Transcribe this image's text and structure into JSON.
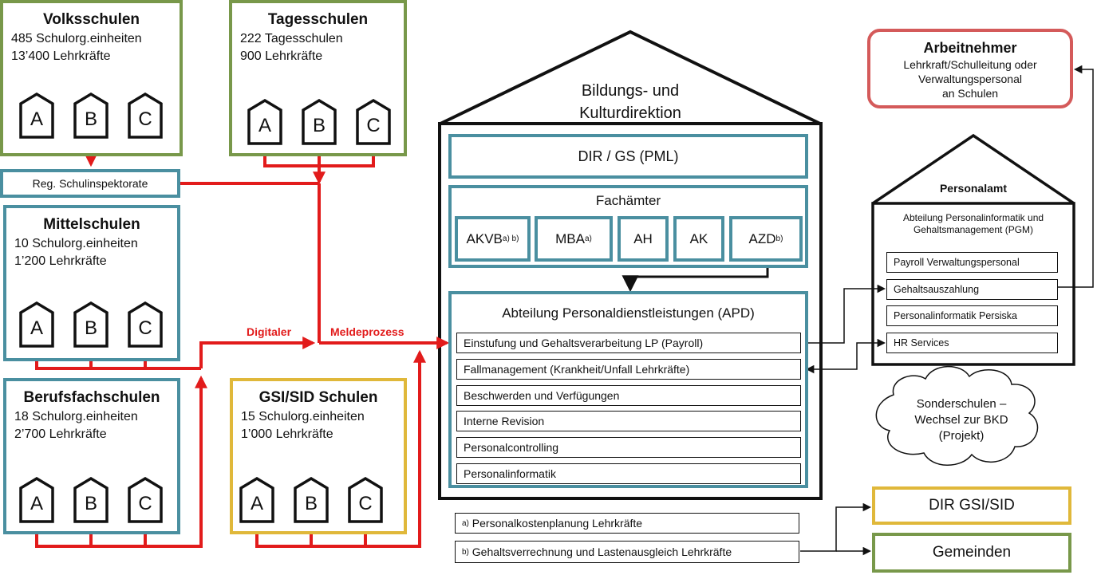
{
  "schools": {
    "volksschulen": {
      "title": "Volksschulen",
      "line1": "485 Schulorg.einheiten",
      "line2": "13’400 Lehrkräfte"
    },
    "tagesschulen": {
      "title": "Tagesschulen",
      "line1": "222 Tagesschulen",
      "line2": "900 Lehrkräfte"
    },
    "mittelschulen": {
      "title": "Mittelschulen",
      "line1": "10 Schulorg.einheiten",
      "line2": "1’200 Lehrkräfte"
    },
    "berufsfachschulen": {
      "title": "Berufsfachschulen",
      "line1": "18 Schulorg.einheiten",
      "line2": "2’700 Lehrkräfte"
    },
    "gsi_sid": {
      "title": "GSI/SID Schulen",
      "line1": "15 Schulorg.einheiten",
      "line2": "1’000 Lehrkräfte"
    }
  },
  "house_labels": [
    "A",
    "B",
    "C"
  ],
  "reg_inspektorate": "Reg. Schulinspektorate",
  "flow_labels": {
    "digital": "Digitaler",
    "melde": "Meldeprozess"
  },
  "bkd": {
    "title_line1": "Bildungs- und",
    "title_line2": "Kulturdirektion",
    "dir_gs": "DIR / GS (PML)",
    "fachaemter_title": "Fachämter",
    "fachaemter": [
      {
        "label": "AKVB",
        "sup": "a) b)"
      },
      {
        "label": "MBA",
        "sup": "a)"
      },
      {
        "label": "AH",
        "sup": ""
      },
      {
        "label": "AK",
        "sup": ""
      },
      {
        "label": "AZD",
        "sup": "b)"
      }
    ],
    "apd_title": "Abteilung Personaldienstleistungen (APD)",
    "apd_items": [
      "Einstufung und Gehaltsverarbeitung LP (Payroll)",
      "Fallmanagement (Krankheit/Unfall Lehrkräfte)",
      "Beschwerden und Verfügungen",
      "Interne Revision",
      "Personalcontrolling",
      "Personalinformatik"
    ]
  },
  "footnotes": [
    {
      "mark": "a)",
      "text": "Personalkostenplanung Lehrkräfte"
    },
    {
      "mark": "b)",
      "text": "Gehaltsverrechnung und Lastenausgleich Lehrkräfte"
    }
  ],
  "arbeitnehmer": {
    "title": "Arbeitnehmer",
    "line1": "Lehrkraft/Schulleitung oder",
    "line2": "Verwaltungspersonal",
    "line3": "an Schulen"
  },
  "personalamt": {
    "title": "Personalamt",
    "dept_line1": "Abteilung Personalinformatik und",
    "dept_line2": "Gehaltsmanagement (PGM)",
    "items": [
      "Payroll Verwaltungspersonal",
      "Gehaltsauszahlung",
      "Personalinformatik Persiska",
      "HR Services"
    ]
  },
  "cloud": {
    "line1": "Sonderschulen –",
    "line2": "Wechsel zur BKD",
    "line3": "(Projekt)"
  },
  "targets": {
    "dir_gsi": "DIR GSI/SID",
    "gemeinden": "Gemeinden"
  },
  "colors": {
    "red": "#e21b1b",
    "green": "#78984a",
    "teal": "#4a8fa0",
    "yellow": "#e0b83a",
    "redbox": "#d45a5a"
  }
}
